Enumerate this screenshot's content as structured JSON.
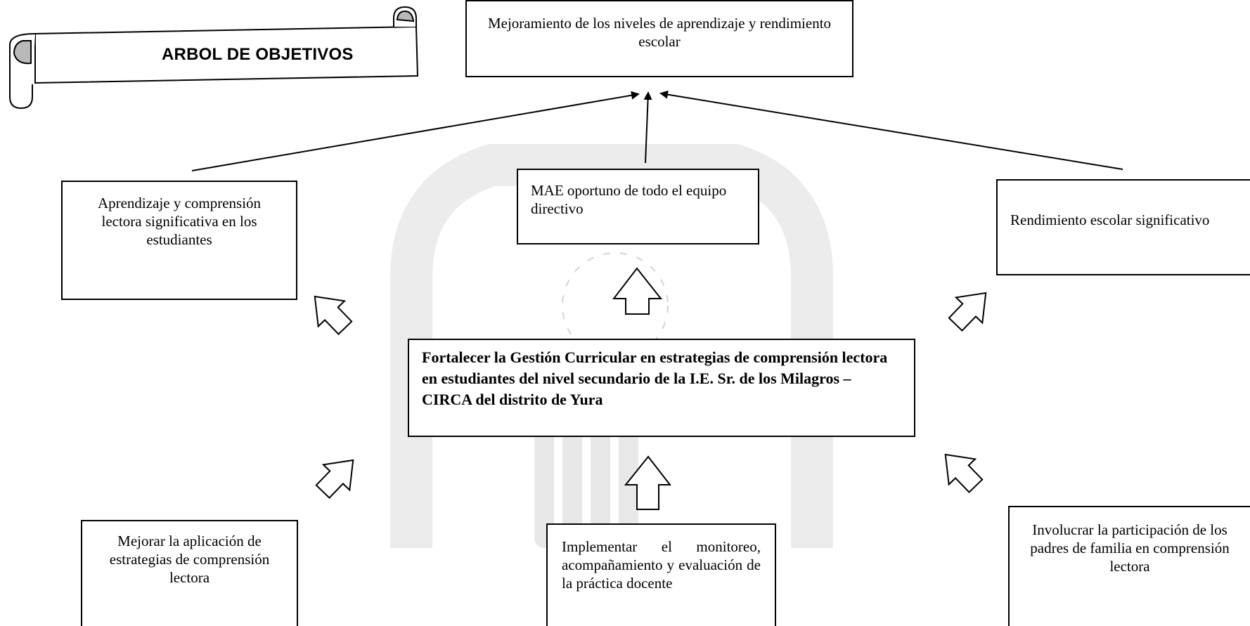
{
  "banner": {
    "title": "ARBOL DE OBJETIVOS"
  },
  "top_goal": {
    "text": "Mejoramiento de los   niveles de   aprendizaje y rendimiento escolar"
  },
  "effects": {
    "left": {
      "text": "Aprendizaje y comprensión lectora significativa en los estudiantes"
    },
    "middle": {
      "text": "MAE oportuno   de todo el equipo directivo"
    },
    "right": {
      "text": "Rendimiento escolar significativo"
    }
  },
  "central_objective": {
    "text": "Fortalecer   la Gestión Curricular en estrategias de comprensión lectora en estudiantes del nivel secundario de la I.E. Sr. de los Milagros – CIRCA del distrito de Yura"
  },
  "means": {
    "left": {
      "text": "Mejorar la aplicación de estrategias de comprensión lectora"
    },
    "middle": {
      "text": "Implementar el monitoreo, acompañamiento y evaluación de la práctica docente"
    },
    "right": {
      "text": "Involucrar la participación de los padres de familia en comprensión lectora"
    }
  },
  "colors": {
    "line": "#000000",
    "watermark": "#d9d9d9"
  }
}
